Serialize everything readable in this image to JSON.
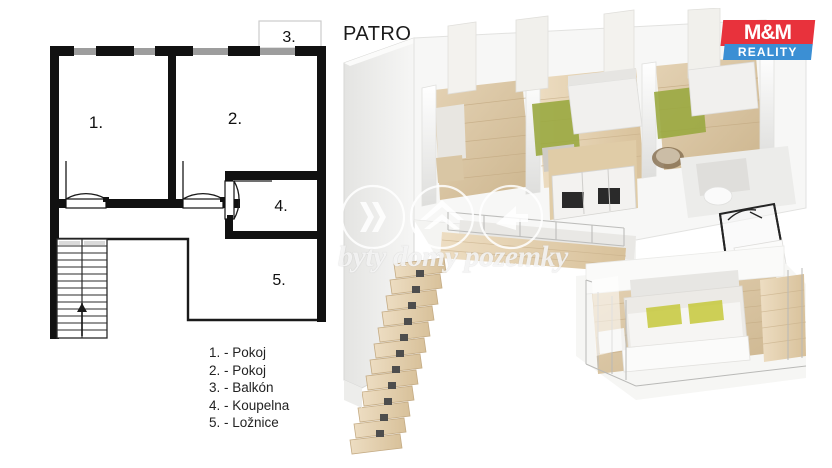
{
  "title": "PATRO",
  "plan": {
    "floor_label": "PATRO",
    "room_numbers": {
      "r1": "1.",
      "r2": "2.",
      "r3": "3.",
      "r4": "4.",
      "r5": "5."
    }
  },
  "legend": {
    "items": [
      "1. - Pokoj",
      "2. - Pokoj",
      "3. - Balkón",
      "4. - Koupelna",
      "5. - Ložnice"
    ]
  },
  "logo": {
    "brand": "M&M",
    "subtitle": "REALITY",
    "red": "#e8323c",
    "blue": "#3b8fd4"
  },
  "watermark": {
    "text": "byty domy pozemky"
  },
  "colors": {
    "wall": "#111111",
    "window": "#9a9a9a",
    "background": "#ffffff",
    "floor_wood": "#ddc9a8",
    "wall_3d": "#f2f2f1",
    "accent_green": "#93a83f"
  }
}
